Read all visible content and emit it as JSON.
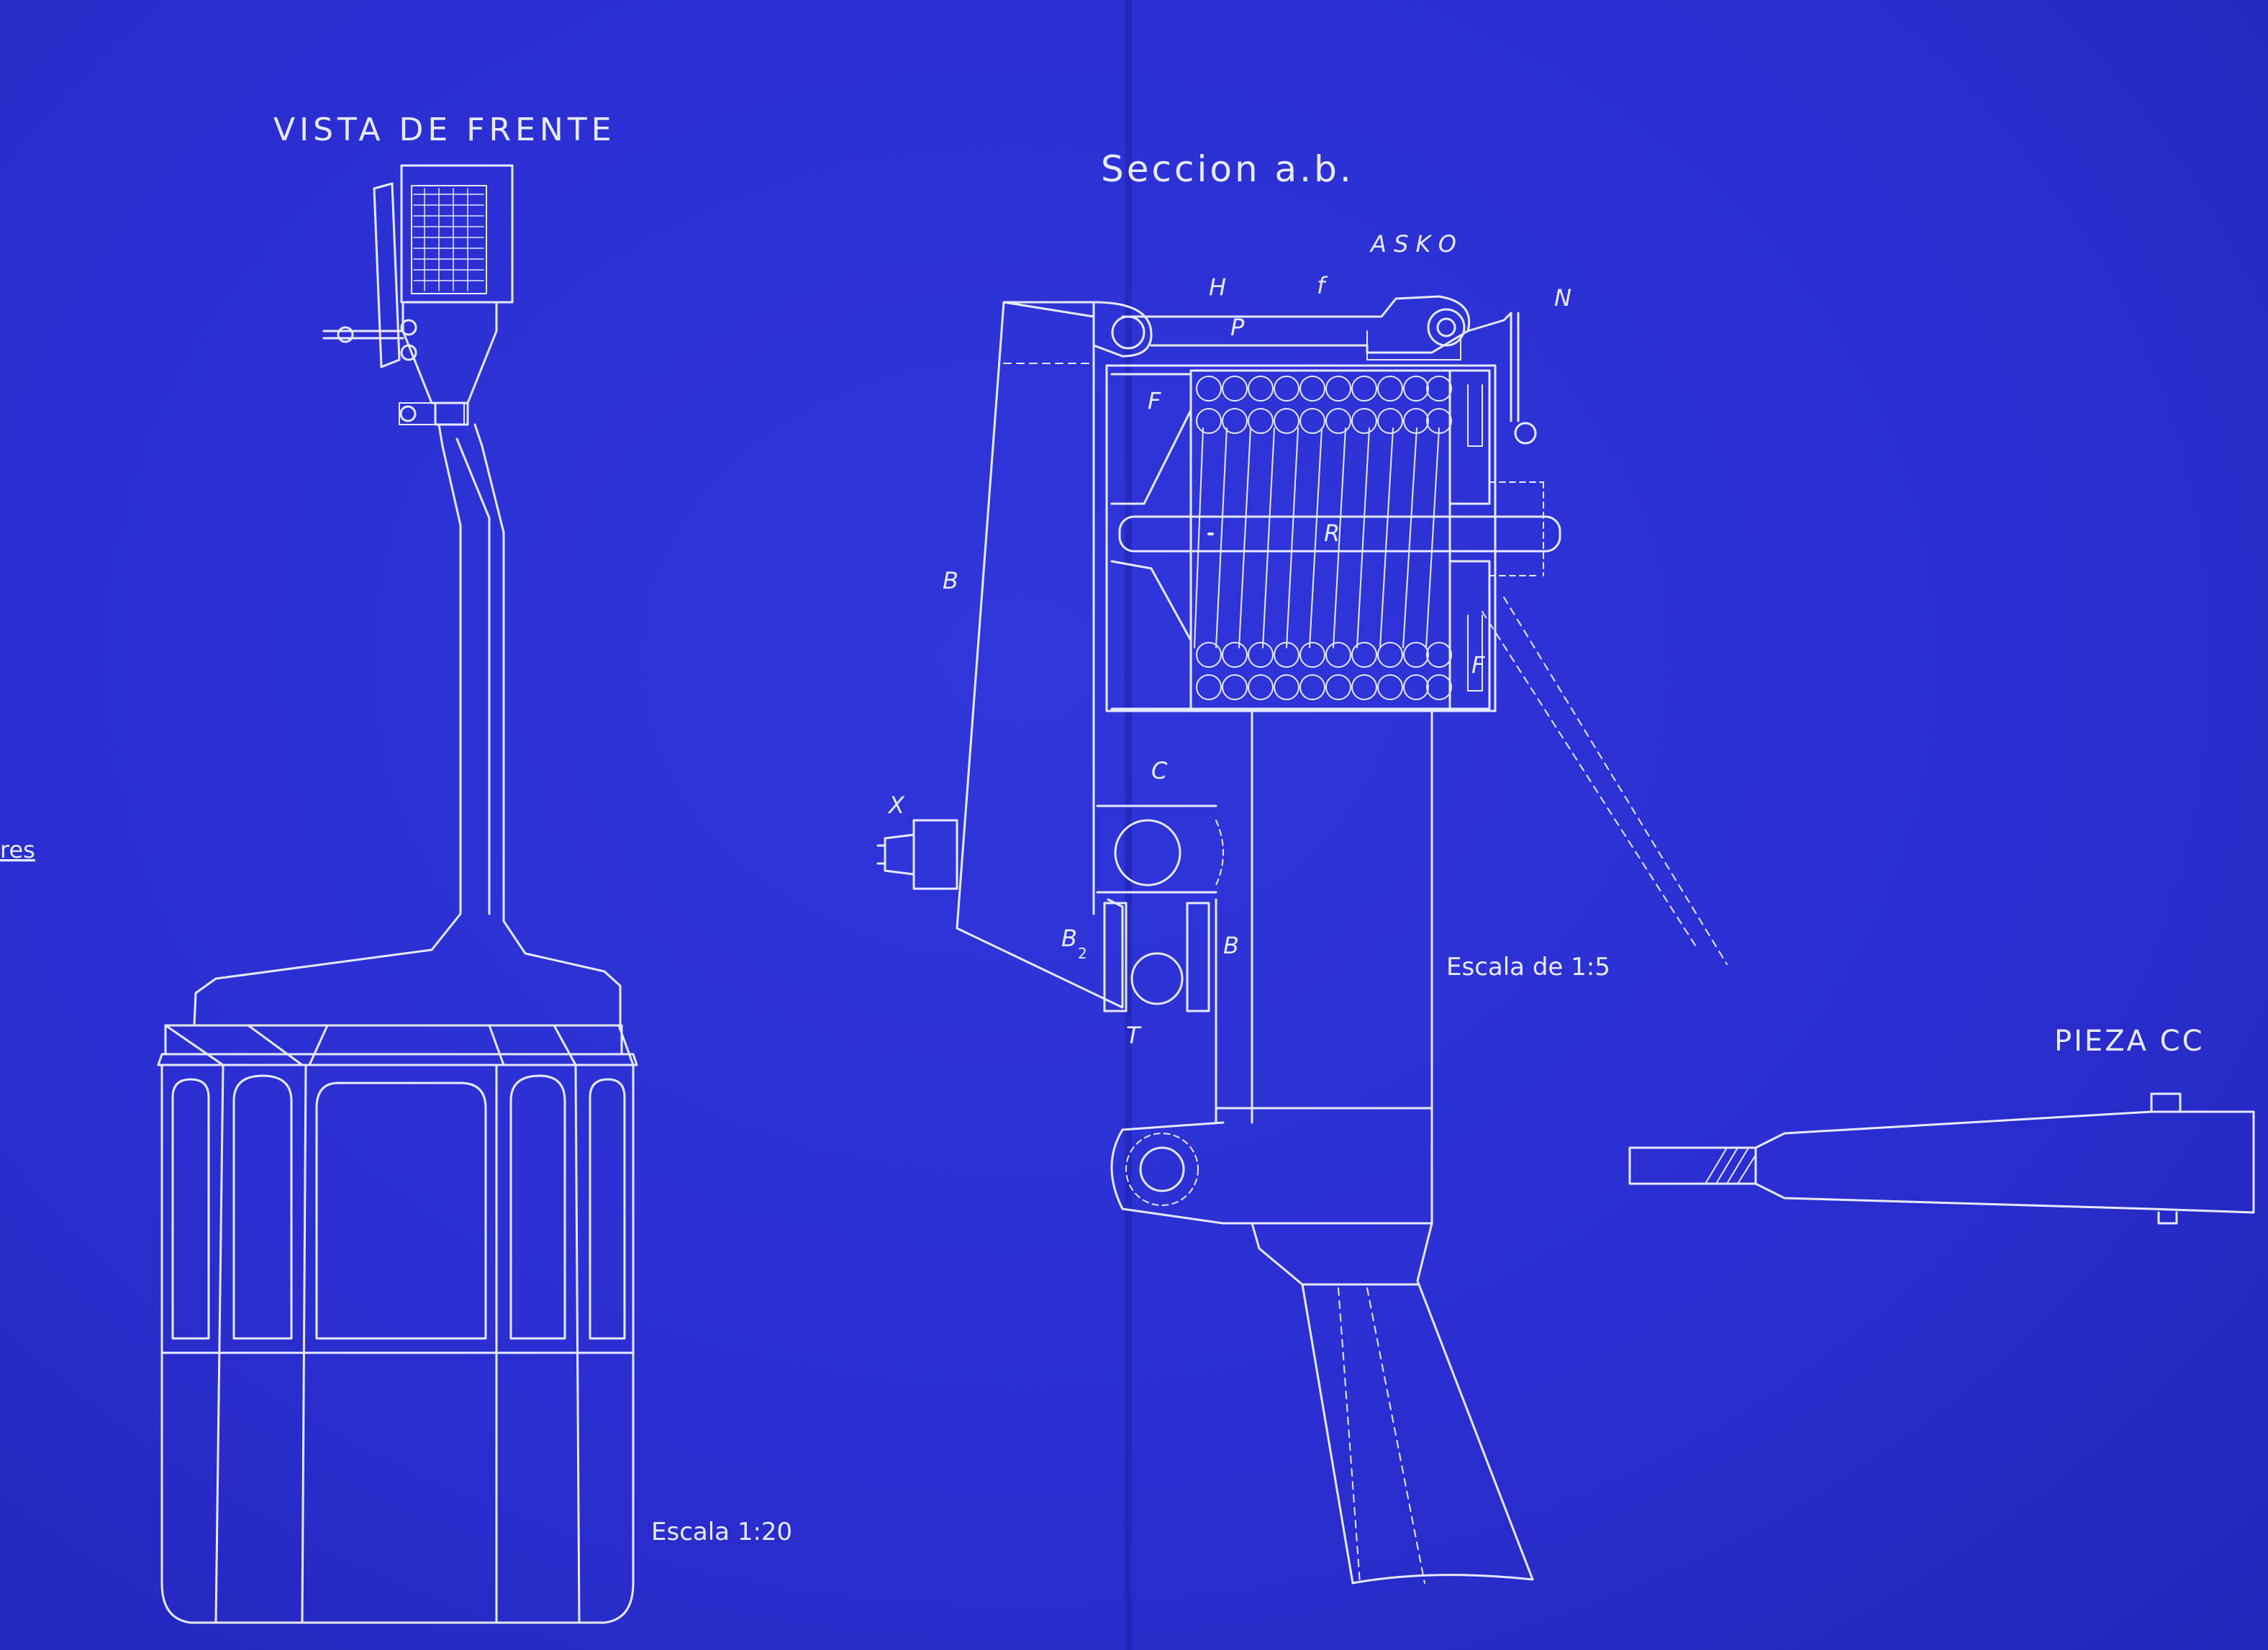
{
  "views": {
    "front": {
      "title": "VISTA DE FRENTE",
      "scale": "Escala 1:20"
    },
    "section": {
      "title": "Seccion a.b.",
      "scale": "Escala de 1:5"
    },
    "piece": {
      "title": "PIEZA CC"
    }
  },
  "margin_fragment": "res",
  "section_labels": {
    "askon": "A S K O",
    "n": "N",
    "h": "H",
    "f_top": "f",
    "p": "P",
    "f_upper": "F",
    "r": "R",
    "f_lower": "F",
    "b_left": "B",
    "x": "X",
    "c": "C",
    "b2": "B",
    "b2_sub": "2",
    "b_right": "B",
    "t": "T"
  },
  "colors": {
    "paper": "#2a2fd0",
    "line": "#e8ecff"
  }
}
